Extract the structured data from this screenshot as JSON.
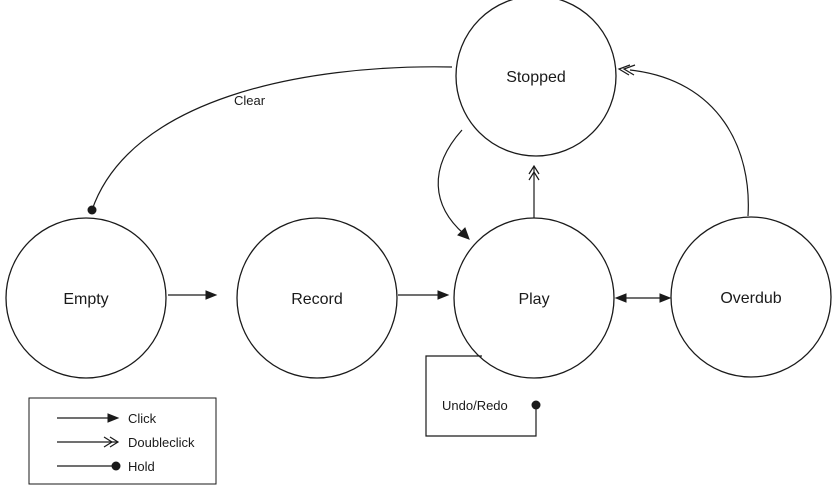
{
  "nodes": {
    "stopped": "Stopped",
    "empty": "Empty",
    "record": "Record",
    "play": "Play",
    "overdub": "Overdub"
  },
  "edge_labels": {
    "clear": "Clear",
    "undo_redo": "Undo/Redo"
  },
  "legend": {
    "click": "Click",
    "doubleclick": "Doubleclick",
    "hold": "Hold"
  }
}
